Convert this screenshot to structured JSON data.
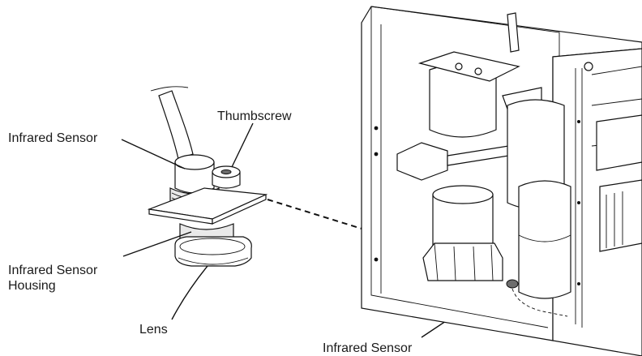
{
  "labels": {
    "sensor_left": "Infrared Sensor",
    "thumbscrew": "Thumbscrew",
    "housing": "Infrared Sensor\nHousing",
    "lens": "Lens",
    "sensor_bottom": "Infrared Sensor"
  },
  "style": {
    "line_color": "#111111",
    "fill_light": "#e9e9e9",
    "fill_dark": "#6d6d6d"
  }
}
